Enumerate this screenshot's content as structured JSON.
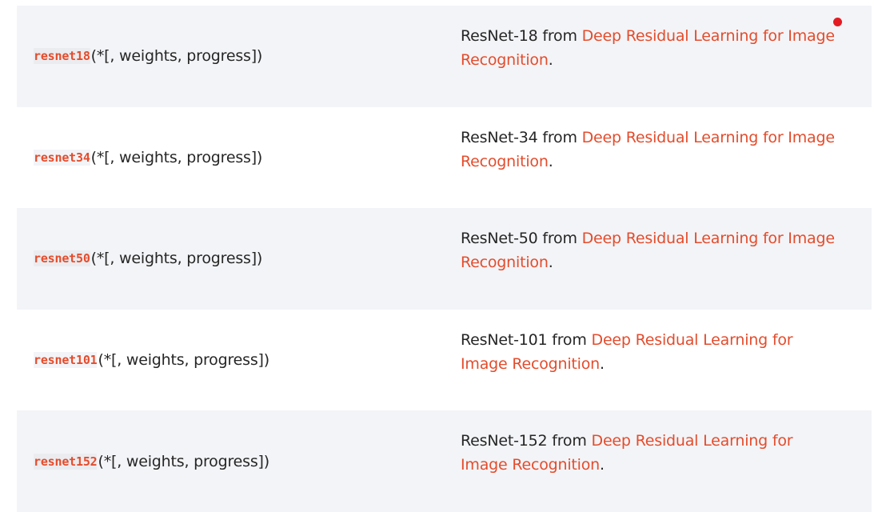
{
  "rows": [
    {
      "func": "resnet18",
      "args": "(*[, weights, progress])",
      "desc_prefix": "ResNet-18 from ",
      "link_text": "Deep Residual Learning for Image Recognition",
      "desc_suffix": "."
    },
    {
      "func": "resnet34",
      "args": "(*[, weights, progress])",
      "desc_prefix": "ResNet-34 from ",
      "link_text": "Deep Residual Learning for Image Recognition",
      "desc_suffix": "."
    },
    {
      "func": "resnet50",
      "args": "(*[, weights, progress])",
      "desc_prefix": "ResNet-50 from ",
      "link_text": "Deep Residual Learning for Image Recognition",
      "desc_suffix": "."
    },
    {
      "func": "resnet101",
      "args": "(*[, weights, progress])",
      "desc_prefix": "ResNet-101 from ",
      "link_text": "Deep Residual Learning for Image Recognition",
      "desc_suffix": "."
    },
    {
      "func": "resnet152",
      "args": "(*[, weights, progress])",
      "desc_prefix": "ResNet-152 from ",
      "link_text": "Deep Residual Learning for Image Recognition",
      "desc_suffix": "."
    }
  ],
  "colors": {
    "accent": "#e44c2c",
    "row_shade": "#f3f4f7",
    "indicator": "#e31b23"
  }
}
